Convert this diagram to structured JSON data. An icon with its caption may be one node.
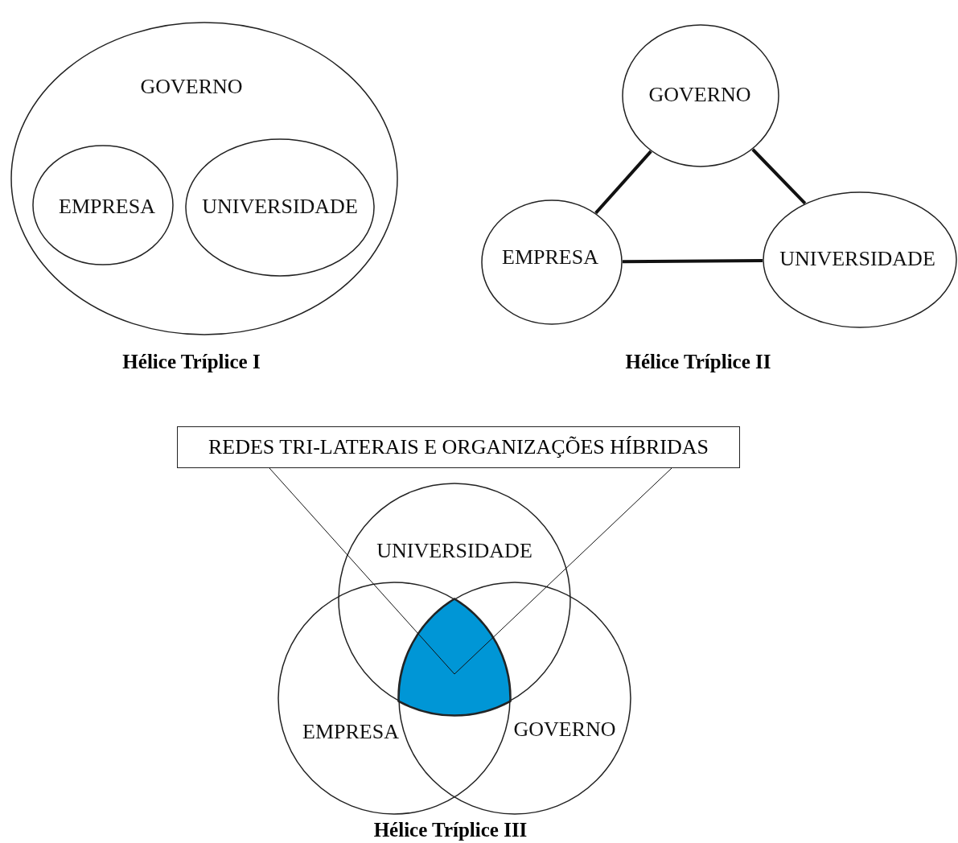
{
  "diagram": {
    "nodes": [
      {
        "text": [
          "GOVERNO"
        ]
      },
      {
        "text": [
          "EMPRESA"
        ],
        "in": 0
      },
      {
        "text": [
          "UNIVERSIDADE"
        ],
        "in": 0
      },
      {
        "text": [
          "GOVERNO"
        ]
      },
      {
        "text": [
          "EMPRESA"
        ]
      },
      {
        "text": [
          "UNIVERSIDADE"
        ]
      },
      {
        "text": [
          "REDES TRI-LATERAIS E ORGANIZAÇÕES HÍBRIDAS"
        ]
      },
      {
        "text": [
          "UNIVERSIDADE"
        ]
      },
      {
        "text": [
          "EMPRESA"
        ]
      },
      {
        "text": [
          "GOVERNO"
        ]
      },
      {
        "text": [],
        "shape": "triangle"
      }
    ],
    "edges": [
      {
        "from": 3,
        "to": 4,
        "arrow": "none"
      },
      {
        "from": 3,
        "to": 5,
        "arrow": "none"
      },
      {
        "from": 4,
        "to": 5,
        "arrow": "none"
      },
      {
        "from": 6,
        "to": 10,
        "arrow": "none"
      },
      {
        "from": 6,
        "to": 10,
        "arrow": "none"
      }
    ],
    "labels": [
      "Hélice Tríplice I",
      "Hélice Tríplice II",
      "Hélice Tríplice III"
    ]
  }
}
